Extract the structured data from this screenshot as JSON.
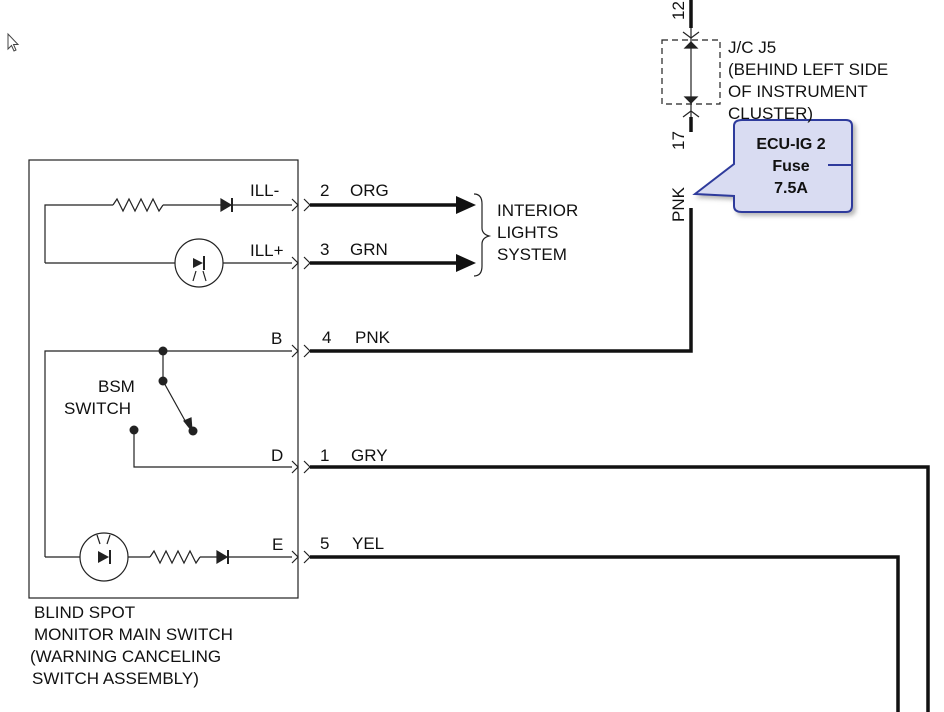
{
  "component": {
    "label_lines": [
      "BLIND SPOT",
      "MONITOR MAIN SWITCH",
      "(WARNING CANCELING",
      "SWITCH ASSEMBLY)"
    ]
  },
  "switch_label_lines": [
    "BSM",
    "SWITCH"
  ],
  "terminals": {
    "ill_minus": {
      "name": "ILL-",
      "pin": "2",
      "wire": "ORG"
    },
    "ill_plus": {
      "name": "ILL+",
      "pin": "3",
      "wire": "GRN"
    },
    "b": {
      "name": "B",
      "pin": "4",
      "wire": "PNK"
    },
    "d": {
      "name": "D",
      "pin": "1",
      "wire": "GRY"
    },
    "e": {
      "name": "E",
      "pin": "5",
      "wire": "YEL"
    }
  },
  "interior_lights_lines": [
    "INTERIOR",
    "LIGHTS",
    "SYSTEM"
  ],
  "junction": {
    "lines": [
      "J/C J5",
      "(BEHIND LEFT SIDE",
      "OF INSTRUMENT",
      "CLUSTER)"
    ],
    "pin_top": "12",
    "pin_bottom": "17",
    "wire": "PNK"
  },
  "callout": {
    "lines": [
      "ECU-IG 2",
      "Fuse",
      "7.5A"
    ],
    "fill_color": "#d9dcf2",
    "border_color": "#2e3a9c"
  },
  "colors": {
    "wire": "#111111",
    "cursor": "#ffffff"
  }
}
